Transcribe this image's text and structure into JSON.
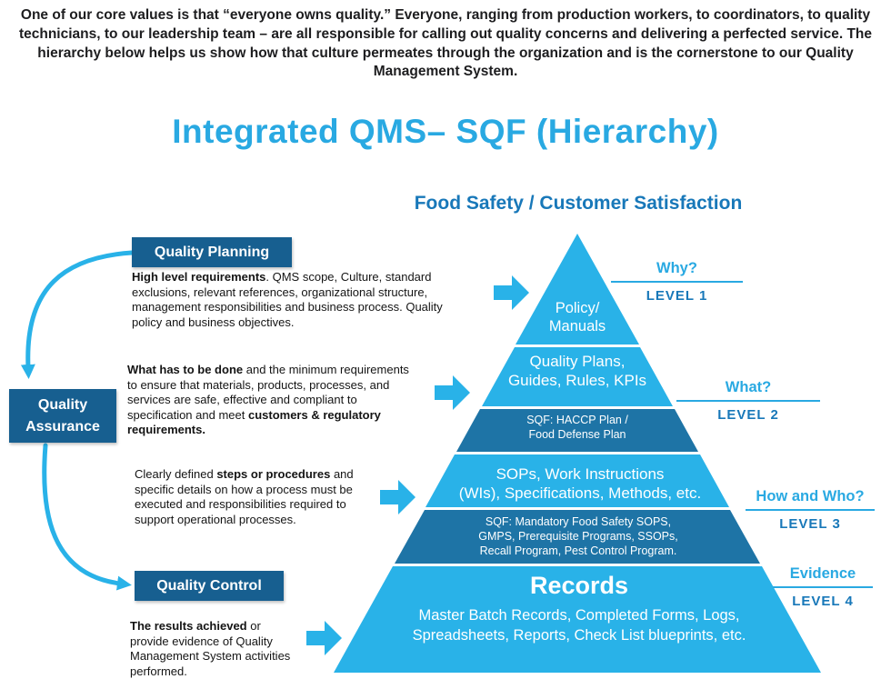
{
  "intro": "One of our core values is that “everyone owns quality.”  Everyone, ranging from production workers, to coordinators, to quality technicians, to our leadership team – are all responsible for calling out quality concerns and delivering a perfected service.  The hierarchy below helps us show how that culture permeates through the organization and is the cornerstone to our Quality Management System.",
  "title": "Integrated QMS– SQF  (Hierarchy)",
  "subtitle": "Food Safety / Customer Satisfaction",
  "colors": {
    "cyan": "#29b2e8",
    "title_cyan": "#29a9e2",
    "steel_blue_band": "#1e74a6",
    "navy_box": "#175f90",
    "level_blue": "#1878b9",
    "text_dark": "#1d1d1f"
  },
  "left_labels": {
    "planning": "Quality Planning",
    "assurance": "Quality\nAssurance",
    "control": "Quality Control"
  },
  "descriptions": [
    {
      "segments": [
        {
          "text": "High level requirements",
          "bold": true
        },
        {
          "text": ". QMS scope, Culture, standard exclusions, relevant references, organizational structure, management responsibilities and business process. Quality policy and business objectives.",
          "bold": false
        }
      ]
    },
    {
      "segments": [
        {
          "text": "What has to be done",
          "bold": true
        },
        {
          "text": " and the minimum requirements to ensure that materials, products, processes, and services are safe, effective and compliant to specification and meet ",
          "bold": false
        },
        {
          "text": "customers & regulatory requirements.",
          "bold": true
        }
      ]
    },
    {
      "segments": [
        {
          "text": "Clearly defined ",
          "bold": false
        },
        {
          "text": "steps or procedures",
          "bold": true
        },
        {
          "text": " and specific details on how a process must be executed and responsibilities required to support operational processes.",
          "bold": false
        }
      ]
    },
    {
      "segments": [
        {
          "text": "The results achieved",
          "bold": true
        },
        {
          "text": " or provide evidence of Quality Management System activities performed.",
          "bold": false
        }
      ]
    }
  ],
  "pyramid": {
    "level1": "Policy/\nManuals",
    "level2": "Quality Plans,\nGuides, Rules, KPIs",
    "level2_sqf": "SQF: HACCP Plan /\nFood Defense Plan",
    "level3": "SOPs, Work Instructions\n(WIs), Specifications, Methods, etc.",
    "level3_sqf": "SQF: Mandatory Food Safety SOPS,\nGMPS, Prerequisite Programs, SSOPs,\nRecall Program, Pest Control Program.",
    "level4_title": "Records",
    "level4_detail": "Master Batch Records, Completed Forms, Logs,\nSpreadsheets, Reports, Check List blueprints, etc."
  },
  "level_markers": [
    {
      "question": "Why?",
      "level": "LEVEL 1"
    },
    {
      "question": "What?",
      "level": "LEVEL 2"
    },
    {
      "question": "How and Who?",
      "level": "LEVEL 3"
    },
    {
      "question": "Evidence",
      "level": "LEVEL 4"
    }
  ]
}
